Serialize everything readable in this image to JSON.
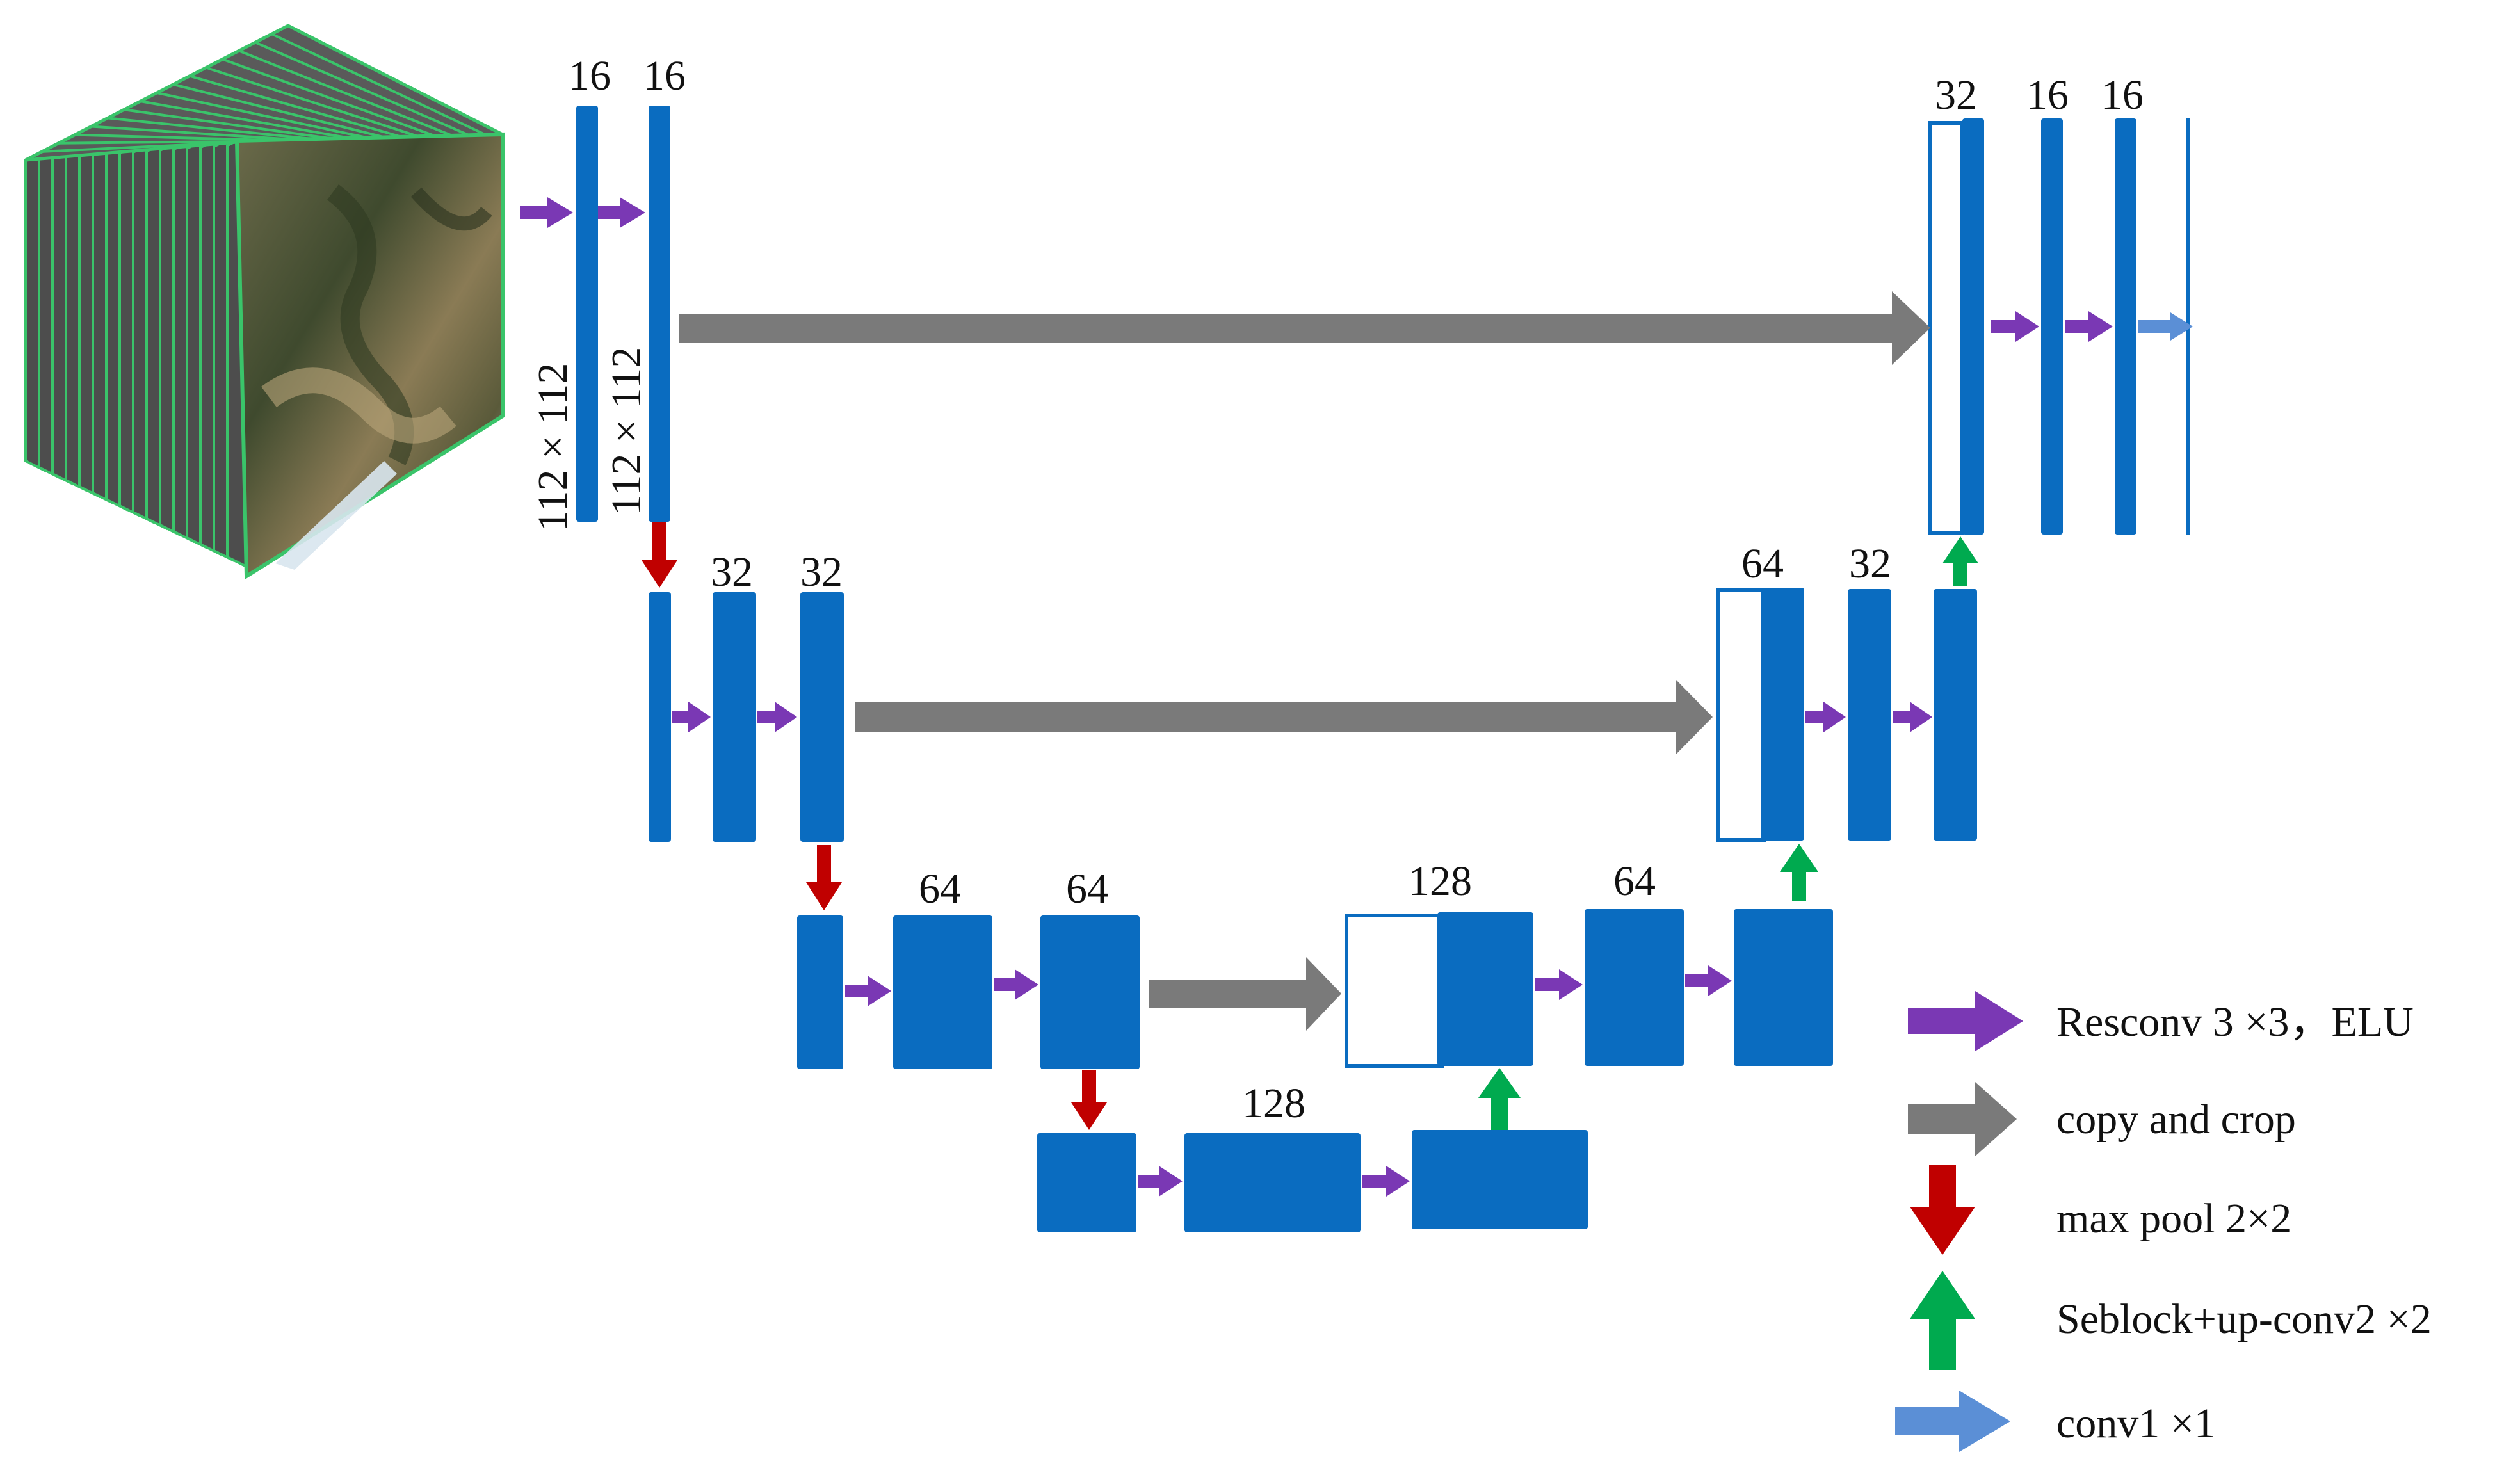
{
  "colors": {
    "block": "#0a6cc0",
    "resconv_arrow": "#7a38b4",
    "copy_arrow": "#7a7a7a",
    "pool_arrow": "#c00000",
    "up_arrow": "#00aa4f",
    "conv1_arrow": "#5b8fd6",
    "cube_edge": "#3ac46a",
    "cube_slice": "#4d4d4d"
  },
  "icons": {
    "input_image": "satellite-image-stack-icon"
  },
  "labels": {
    "enc1_a": "16",
    "enc1_b": "16",
    "enc1_dim_a": "112 × 112",
    "enc1_dim_b": "112 × 112",
    "enc2_a": "32",
    "enc2_b": "32",
    "enc3_a": "64",
    "enc3_b": "64",
    "bottleneck": "128",
    "dec3_concat": "128",
    "dec3_out": "64",
    "dec2_concat": "64",
    "dec2_out": "32",
    "dec1_concat": "32",
    "dec1_a": "16",
    "dec1_b": "16"
  },
  "legend": [
    {
      "icon": "purple-arrow-icon",
      "text": "Resconv 3 ×3，ELU"
    },
    {
      "icon": "gray-arrow-icon",
      "text": "copy and crop"
    },
    {
      "icon": "red-down-arrow-icon",
      "text": "max pool 2×2"
    },
    {
      "icon": "green-up-arrow-icon",
      "text": "Seblock+up-conv2 ×2"
    },
    {
      "icon": "blue-arrow-icon",
      "text": "conv1 ×1"
    }
  ]
}
